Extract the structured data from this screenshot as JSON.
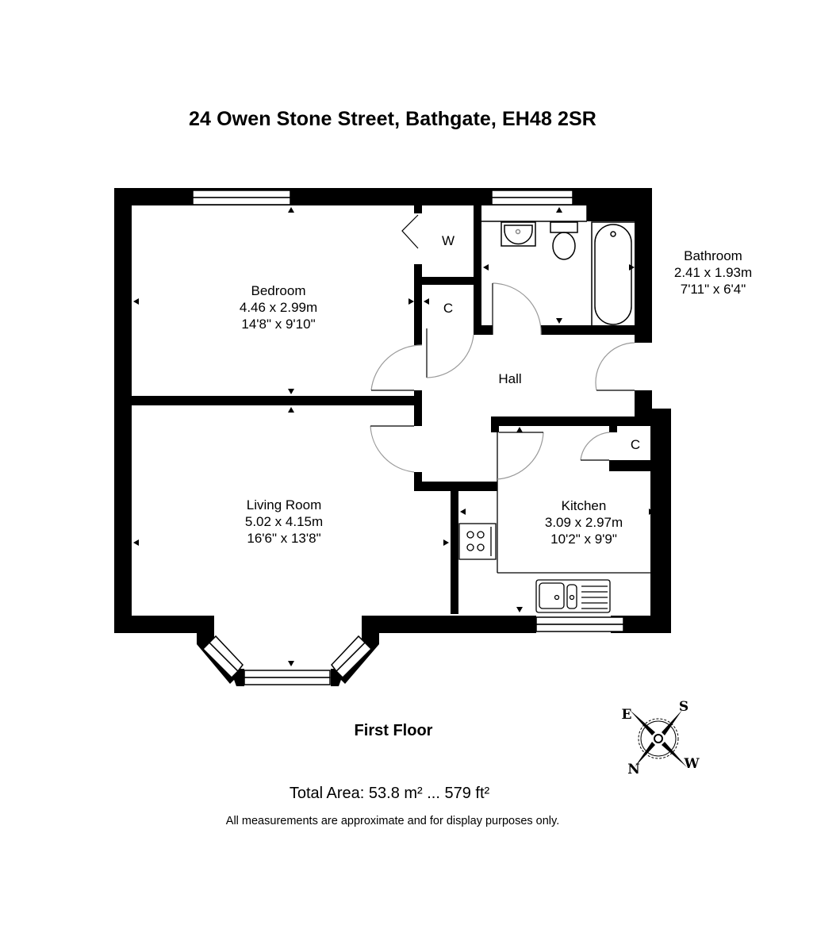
{
  "header": {
    "title": "24 Owen Stone Street, Bathgate, EH48 2SR"
  },
  "rooms": [
    {
      "name": "Bedroom",
      "metric": "4.46 x 2.99m",
      "imperial": "14'8\" x 9'10\""
    },
    {
      "name": "Bathroom",
      "metric": "2.41 x 1.93m",
      "imperial": "7'11\" x 6'4\""
    },
    {
      "name": "Living Room",
      "metric": "5.02 x 4.15m",
      "imperial": "16'6\" x 13'8\""
    },
    {
      "name": "Kitchen",
      "metric": "3.09 x 2.97m",
      "imperial": "10'2\" x 9'9\""
    }
  ],
  "small_labels": {
    "hall": "Hall",
    "wardrobe": "W",
    "cupboard_hall": "C",
    "cupboard_kitchen": "C"
  },
  "footer": {
    "floor_name": "First Floor",
    "total_area": "Total Area: 53.8 m² ... 579 ft²",
    "disclaimer": "All measurements are approximate and for display purposes only."
  },
  "compass": {
    "n": "N",
    "e": "E",
    "s": "S",
    "w": "W"
  },
  "colors": {
    "wall": "#000000",
    "background": "#ffffff",
    "door_arc": "#999999"
  }
}
